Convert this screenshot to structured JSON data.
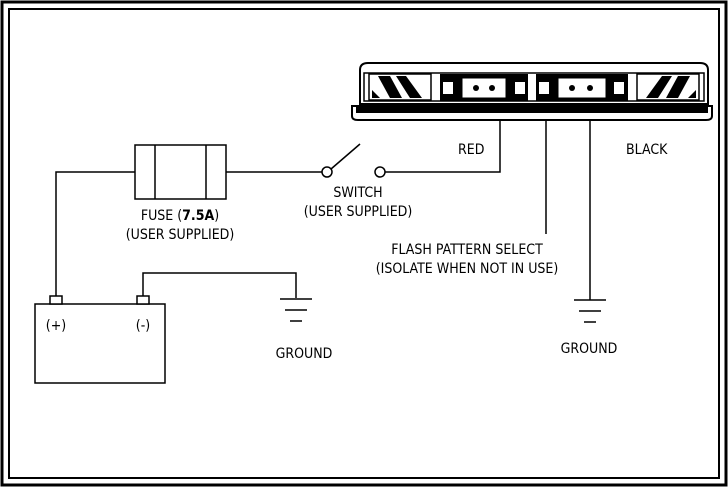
{
  "diagram": {
    "labels": {
      "red": "RED",
      "black": "BLACK",
      "switch": "SWITCH",
      "switch_note": "(USER SUPPLIED)",
      "fuse_prefix": "FUSE (",
      "fuse_rating": "7.5A",
      "fuse_suffix": ")",
      "fuse_note": "(USER SUPPLIED)",
      "flash_pattern": "FLASH PATTERN SELECT",
      "flash_note": "(ISOLATE WHEN NOT IN USE)",
      "battery_positive": "(+)",
      "battery_negative": "(-)",
      "ground_left": "GROUND",
      "ground_right": "GROUND"
    }
  }
}
